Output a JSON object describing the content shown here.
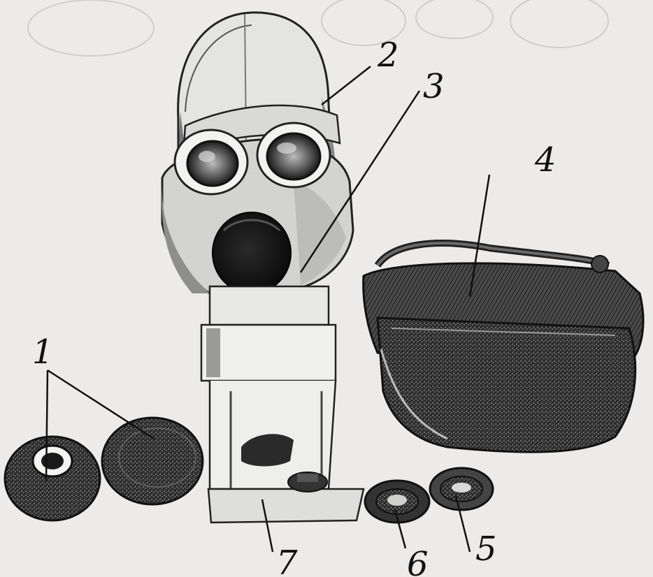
{
  "figure": {
    "callouts": [
      {
        "id": "1",
        "text": "1"
      },
      {
        "id": "2",
        "text": "2"
      },
      {
        "id": "3",
        "text": "3"
      },
      {
        "id": "4",
        "text": "4"
      },
      {
        "id": "5",
        "text": "5"
      },
      {
        "id": "6",
        "text": "6"
      },
      {
        "id": "7",
        "text": "7"
      }
    ],
    "colors": {
      "paper": "#ecebea",
      "ink": "#111111",
      "gray_dark": "#3a3a3a",
      "gray_mid": "#8a8a8a",
      "gray_light": "#d6d6d4"
    }
  }
}
